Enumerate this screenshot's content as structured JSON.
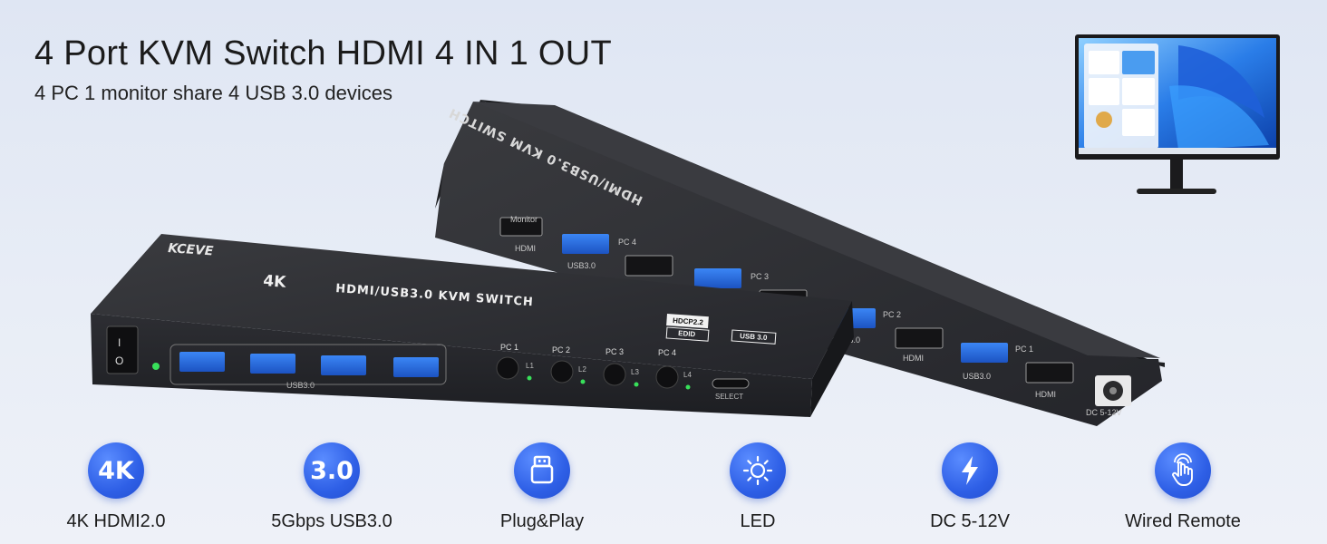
{
  "header": {
    "title": "4 Port KVM Switch HDMI 4 IN 1 OUT",
    "subtitle": "4 PC 1 monitor share 4 USB 3.0 devices"
  },
  "front_panel": {
    "brand": "KCEVE",
    "badge_4k": "4K",
    "product_name": "HDMI/USB3.0 KVM SWITCH",
    "usb_label": "USB3.0",
    "select_label": "SELECT",
    "buttons": [
      "PC 1",
      "PC 2",
      "PC 3",
      "PC 4"
    ],
    "leds": [
      "L1",
      "L2",
      "L3",
      "L4"
    ],
    "spec_badges": [
      "HDCP2.2",
      "EDID",
      "USB 3.0"
    ]
  },
  "back_panel": {
    "monitor_label": "Monitor",
    "hdmi_label": "HDMI",
    "usb_label": "USB3.0",
    "pc_labels": [
      "PC 4",
      "PC 3",
      "PC 2",
      "PC 1"
    ],
    "power_label": "DC 5-12V"
  },
  "features": [
    {
      "icon": "4k-badge-icon",
      "badge": "4K",
      "label": "4K HDMI2.0"
    },
    {
      "icon": "usb3-badge-icon",
      "badge": "3.0",
      "label": "5Gbps USB3.0"
    },
    {
      "icon": "usb-plug-icon",
      "badge": "",
      "label": "Plug&Play"
    },
    {
      "icon": "sun-led-icon",
      "badge": "",
      "label": "LED"
    },
    {
      "icon": "lightning-icon",
      "badge": "",
      "label": "DC 5-12V"
    },
    {
      "icon": "touch-finger-icon",
      "badge": "",
      "label": "Wired Remote"
    }
  ],
  "colors": {
    "accent": "#2e5fe6",
    "device_body": "#2a2b2e",
    "led_green": "#38e05a",
    "usb_blue": "#2a6fe0"
  }
}
